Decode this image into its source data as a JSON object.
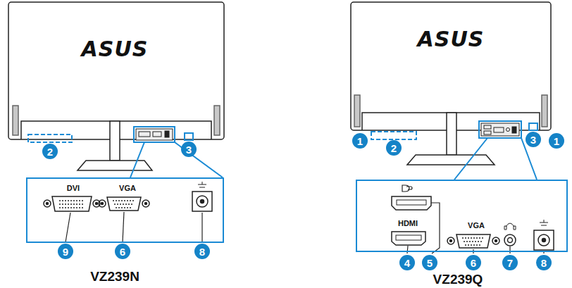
{
  "diagram": {
    "nodes": [
      {
        "text": [
          "DVI",
          "VGA"
        ]
      },
      {
        "text": [
          "HDMI",
          "VGA"
        ]
      }
    ],
    "labels": [
      "ASUS",
      "2",
      "3",
      "9",
      "6",
      "8",
      "VZ239N",
      "ASUS",
      "1",
      "2",
      "3",
      "1",
      "4",
      "5",
      "6",
      "7",
      "8",
      "VZ239Q"
    ]
  }
}
